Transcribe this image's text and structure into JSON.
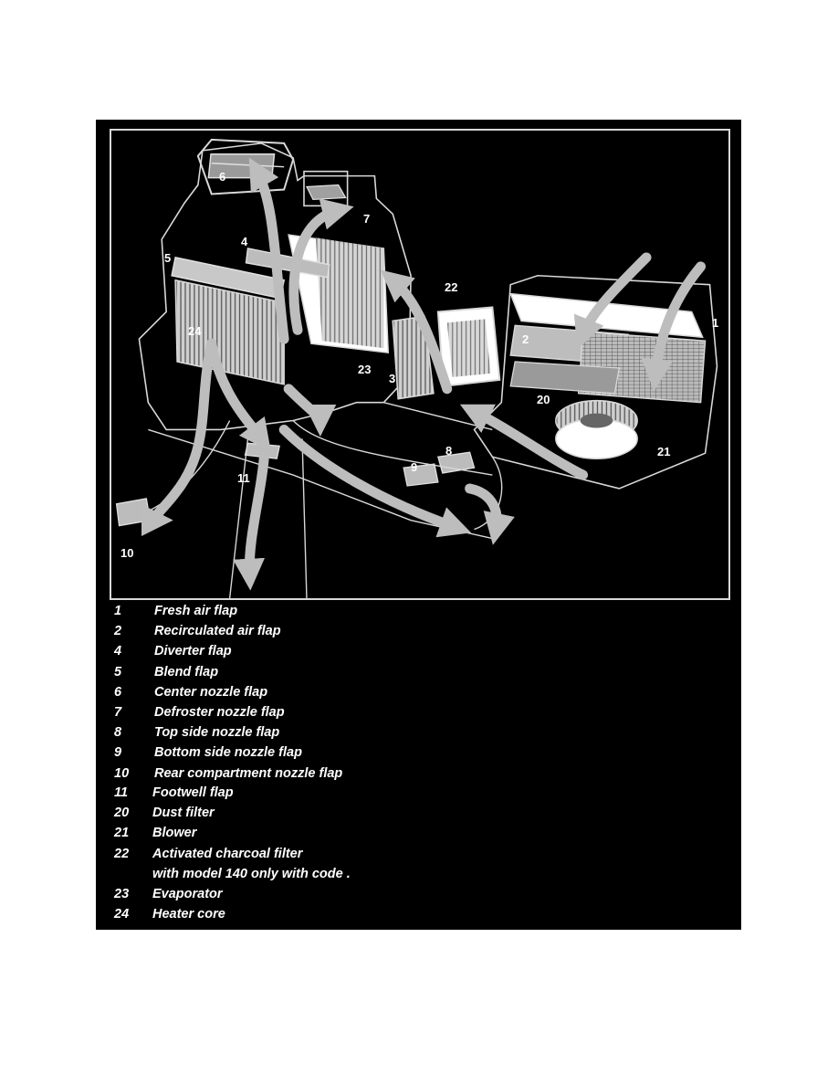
{
  "figure": {
    "background": "#000000",
    "line_color": "#d8d8d8",
    "arrow_color": "#bdbdbd",
    "callouts": {
      "c1": "1",
      "c2": "2",
      "c3": "3",
      "c4": "4",
      "c5": "5",
      "c6": "6",
      "c7": "7",
      "c8": "8",
      "c9": "9",
      "c10": "10",
      "c11": "11",
      "c20": "20",
      "c21": "21",
      "c22": "22",
      "c23": "23",
      "c24": "24"
    }
  },
  "legend": [
    {
      "num": "1",
      "label": "Fresh air flap"
    },
    {
      "num": "2",
      "label": "Recirculated air flap"
    },
    {
      "num": "4",
      "label": "Diverter flap"
    },
    {
      "num": "5",
      "label": "Blend flap"
    },
    {
      "num": "6",
      "label": "Center nozzle flap"
    },
    {
      "num": "7",
      "label": "Defroster nozzle flap"
    },
    {
      "num": "8",
      "label": "Top side nozzle flap"
    },
    {
      "num": "9",
      "label": "Bottom side nozzle flap"
    },
    {
      "num": "10",
      "label": "Rear compartment nozzle flap"
    },
    {
      "num": "11",
      "label": "Footwell flap"
    },
    {
      "num": "20",
      "label": "Dust filter"
    },
    {
      "num": "21",
      "label": "Blower"
    },
    {
      "num": "22",
      "label": "Activated charcoal filter",
      "note": "with model 140 only with code ."
    },
    {
      "num": "23",
      "label": "Evaporator"
    },
    {
      "num": "24",
      "label": "Heater core"
    }
  ]
}
